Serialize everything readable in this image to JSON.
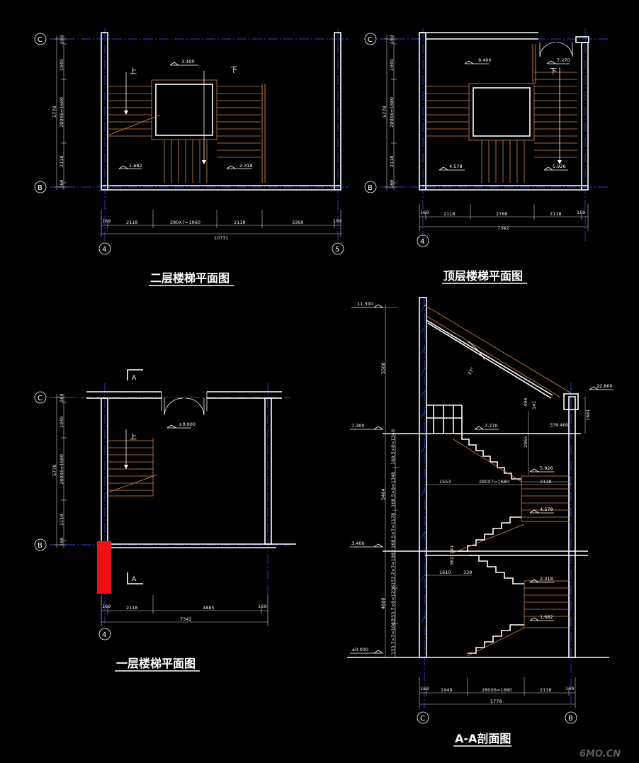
{
  "titles": {
    "second_floor": "二层楼梯平面图",
    "top_floor": "顶层楼梯平面图",
    "first_floor": "一层楼梯平面图",
    "section": "A-A剖面图"
  },
  "axes": {
    "c": "C",
    "b": "B",
    "four": "4",
    "five": "5"
  },
  "stair_labels": {
    "up": "上",
    "down": "下"
  },
  "section_mark": "A",
  "watermark": "6MO.CN",
  "second_floor": {
    "levels": [
      "3.400",
      "1.682",
      "2.318"
    ],
    "dims_bottom": [
      "169",
      "2118",
      "280X7=1960",
      "2118",
      "3369",
      "169"
    ],
    "total": "10731",
    "dims_left": [
      "169",
      "1949",
      "280X6=1680",
      "2118",
      "169"
    ],
    "overall_left": "5778"
  },
  "top_floor": {
    "levels": [
      "9.400",
      "7.270",
      "4.578",
      "5.926"
    ],
    "dims_bottom": [
      "169",
      "2118",
      "2768",
      "2118",
      "169"
    ],
    "total": "7342",
    "dims_left": [
      "169",
      "1949",
      "280X6=1680",
      "2118",
      "169"
    ],
    "overall_left": "5778"
  },
  "first_floor": {
    "level": "±0.000",
    "dims_bottom": [
      "169",
      "2118",
      "4885",
      "169"
    ],
    "total": "7342",
    "dims_left": [
      "169",
      "1949",
      "280X6=1680",
      "2118",
      "169"
    ],
    "overall_left": "5778"
  },
  "section": {
    "levels_left": [
      "11.300",
      "7.300",
      "3.400",
      "±0.000"
    ],
    "level_right": "22.800",
    "levels_inner": [
      "7.270",
      "5.926",
      "4.578",
      "2.318",
      "1.682"
    ],
    "dims_left_overall": [
      "5568",
      "5464",
      "4600"
    ],
    "dims_left_steps": [
      "168.5×8=1348",
      "168.5×8=1348",
      "168.5×7=1178",
      "153.7×7=1082",
      "153.7×8=1236",
      "153.7×7=1082"
    ],
    "dims_inner": [
      "1553",
      "280X7=1680",
      "2118",
      "1610",
      "339",
      "339",
      "460",
      "2965",
      "494",
      "1681",
      "141",
      "362",
      "141"
    ],
    "angle": "37°",
    "dims_bottom": [
      "169",
      "1949",
      "280X6=1680",
      "2118",
      "169"
    ],
    "total": "5778"
  }
}
